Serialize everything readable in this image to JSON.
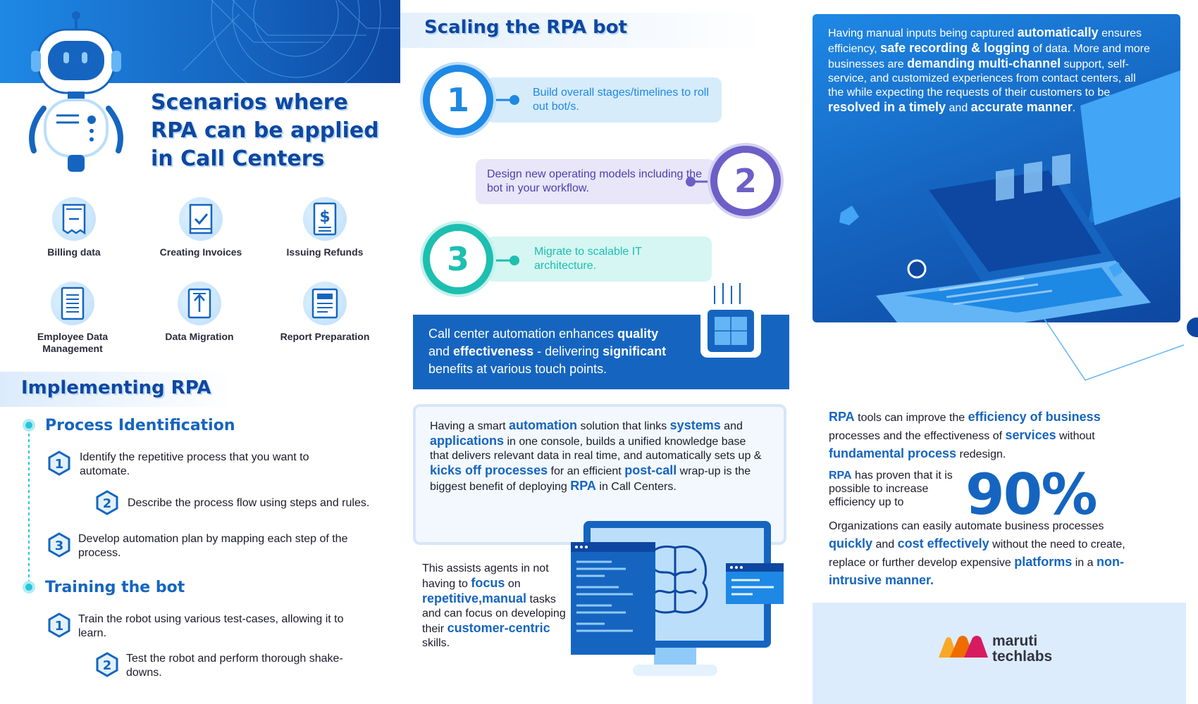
{
  "left": {
    "title_lines": [
      "Scenarios where",
      "RPA can be applied",
      "in Call Centers"
    ],
    "scenarios": [
      {
        "label": "Billing data",
        "icon": "receipt-icon"
      },
      {
        "label": "Creating Invoices",
        "icon": "invoice-check-icon"
      },
      {
        "label": "Issuing Refunds",
        "icon": "refund-dollar-icon"
      },
      {
        "label": "Employee Data Management",
        "icon": "document-list-icon"
      },
      {
        "label": "Data Migration",
        "icon": "upload-document-icon"
      },
      {
        "label": "Report Preparation",
        "icon": "report-icon"
      }
    ],
    "implementing_title": "Implementing RPA",
    "process_title": "Process Identification",
    "process_steps": [
      {
        "num": "1",
        "text": "Identify the repetitive process that you want to automate."
      },
      {
        "num": "2",
        "text": "Describe the process flow using steps and rules."
      },
      {
        "num": "3",
        "text": "Develop automation plan by mapping each step of the process."
      }
    ],
    "training_title": "Training the bot",
    "training_steps": [
      {
        "num": "1",
        "text": "Train the robot using various test-cases, allowing it to learn."
      },
      {
        "num": "2",
        "text": "Test the robot and perform thorough shake-downs."
      }
    ]
  },
  "middle": {
    "scaling_title": "Scaling the RPA bot",
    "scaling_steps": [
      {
        "num": "1",
        "text": "Build overall stages/timelines to roll out bot/s."
      },
      {
        "num": "2",
        "text": "Design new operating models including the bot in your workflow."
      },
      {
        "num": "3",
        "text": "Migrate to scalable IT architecture."
      }
    ],
    "quality": {
      "t1": "Call center automation enhances ",
      "b1": "quality",
      "t2": " and ",
      "b2": "effectiveness",
      "t3": " - delivering ",
      "b3": "significant",
      "t4": " benefits at various touch points."
    },
    "smart": {
      "t1": "Having a smart ",
      "b1": "automation",
      "t2": " solution that links ",
      "b2": "systems",
      "t3": " and ",
      "b3": "applications",
      "t4": " in one console, builds a unified knowledge base that delivers relevant data in real time, and automatically sets up & ",
      "b4": "kicks off processes",
      "t5": " for an efficient ",
      "b5": "post-call",
      "t6": " wrap-up is the biggest benefit of deploying ",
      "b6": "RPA",
      "t7": " in Call Centers."
    },
    "assist": {
      "t1": "This assists agents in not having to ",
      "b1": "focus",
      "t2": " on ",
      "b2": "repetitive,manual",
      "t3": " tasks and can focus on developing their ",
      "b3": "customer-centric",
      "t4": " skills."
    }
  },
  "right": {
    "hero": {
      "t1": "Having manual inputs being captured ",
      "b1": "automatically",
      "t2": " ensures efficiency, ",
      "b2": "safe recording & logging",
      "t3": " of data. More and more businesses are ",
      "b3": "demanding multi-channel",
      "t4": " support, self-service, and customized experiences from contact centers, all the while expecting the requests of their customers to be ",
      "b4": "resolved in a timely",
      "t5": " and ",
      "b5": "accurate manner",
      "t6": "."
    },
    "rpa": {
      "b1": "RPA",
      "t1": " tools can improve the ",
      "b2": "efficiency of business",
      "t2": " processes and the effectiveness of ",
      "b3": "services",
      "t3": " without ",
      "b4": "fundamental process",
      "t4": " redesign."
    },
    "proven": {
      "b1": "RPA",
      "t1": " has proven that it is possible to increase efficiency up to"
    },
    "big_number": "90%",
    "org": {
      "t1": "Organizations can easily automate business processes ",
      "b1": "quickly",
      "t2": " and ",
      "b2": "cost effectively",
      "t3": " without the need to create, replace or further develop expensive ",
      "b3": "platforms",
      "t4": " in a ",
      "b4": "non-intrusive manner."
    },
    "logo": {
      "line1": "maruti",
      "line2": "techlabs"
    }
  },
  "colors": {
    "primary": "#1565c0",
    "cyan": "#26c6da",
    "purple": "#6c5fc7",
    "teal": "#1dbfb0",
    "footer": "#dcecfc"
  }
}
